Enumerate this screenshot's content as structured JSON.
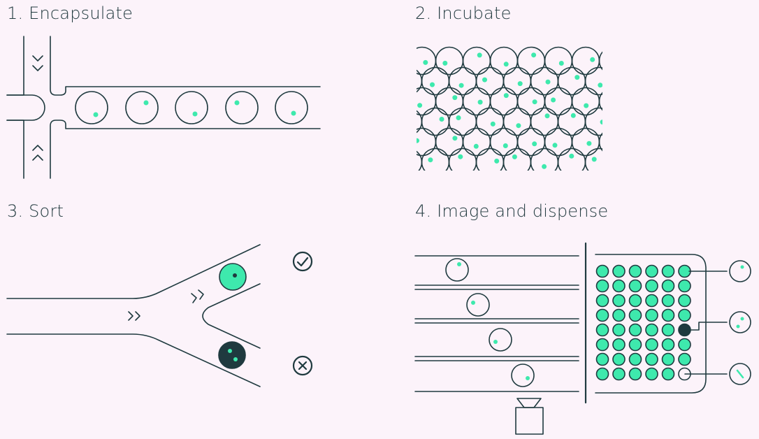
{
  "panels": {
    "encapsulate": {
      "title": "1. Encapsulate"
    },
    "incubate": {
      "title": "2. Incubate"
    },
    "sort": {
      "title": "3. Sort"
    },
    "image": {
      "title": "4. Image and dispense"
    }
  },
  "colors": {
    "background": "#fcf3fa",
    "line": "#1f3a3f",
    "cell": "#3ee9ad",
    "dark": "#1f3a3f"
  },
  "icons": {
    "accepted": "check-circle-icon",
    "rejected": "x-circle-icon",
    "flow": "chevron-icon",
    "camera": "camera-icon"
  }
}
